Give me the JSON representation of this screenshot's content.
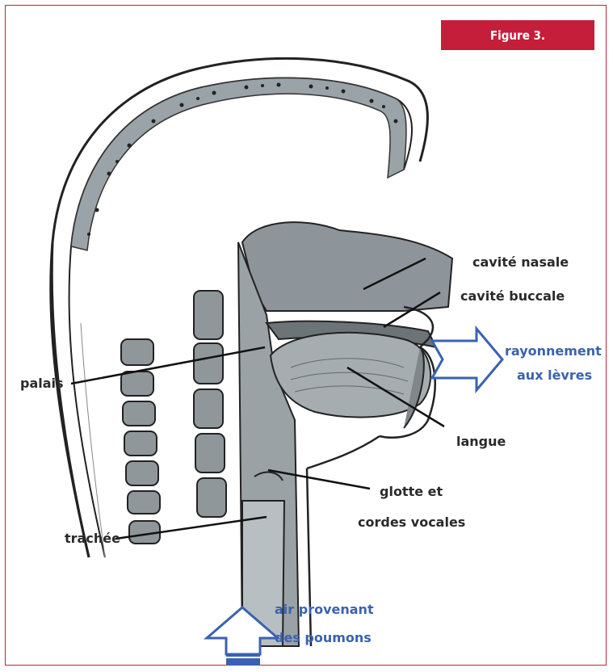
{
  "figure_label": "Figure 3.",
  "labels": {
    "cavite_nasale": "cavité nasale",
    "cavite_buccale": "cavité buccale",
    "rayonnement_line1": "rayonnement",
    "rayonnement_line2": "aux lèvres",
    "palais": "palais",
    "langue": "langue",
    "glotte_line1": "glotte et",
    "glotte_line2": "cordes vocales",
    "trachee": "trachée",
    "air_line1": "air provenant",
    "air_line2": "des poumons"
  },
  "colors": {
    "frame_border": "#c0233a",
    "badge_bg": "#c41e3a",
    "arrow_blue": "#3a62b0",
    "label_text": "#2a2a2a"
  }
}
